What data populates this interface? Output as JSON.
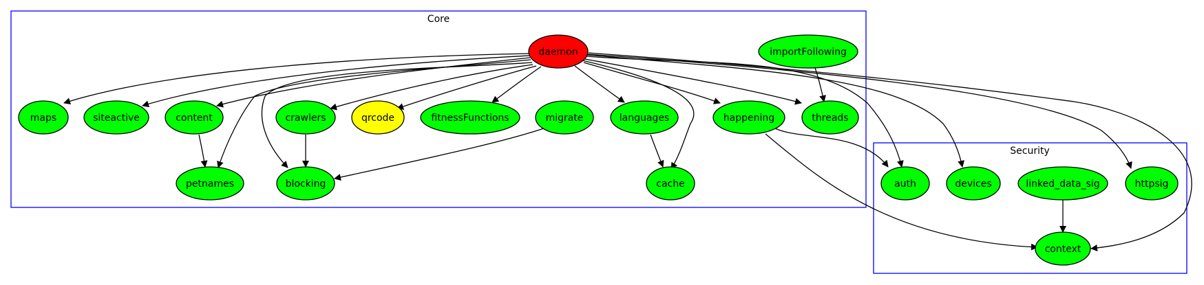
{
  "clusters": {
    "core": {
      "label": "Core",
      "stroke": "#0000ff"
    },
    "security": {
      "label": "Security",
      "stroke": "#0000ff"
    }
  },
  "colors": {
    "red": "#ff0000",
    "green": "#00ff00",
    "yellow": "#ffff00",
    "stroke": "#000000"
  },
  "nodes": {
    "daemon": {
      "label": "daemon",
      "color": "red"
    },
    "importFollowing": {
      "label": "importFollowing",
      "color": "green"
    },
    "maps": {
      "label": "maps",
      "color": "green"
    },
    "siteactive": {
      "label": "siteactive",
      "color": "green"
    },
    "content": {
      "label": "content",
      "color": "green"
    },
    "crawlers": {
      "label": "crawlers",
      "color": "green"
    },
    "qrcode": {
      "label": "qrcode",
      "color": "yellow"
    },
    "fitnessFunctions": {
      "label": "fitnessFunctions",
      "color": "green"
    },
    "migrate": {
      "label": "migrate",
      "color": "green"
    },
    "languages": {
      "label": "languages",
      "color": "green"
    },
    "happening": {
      "label": "happening",
      "color": "green"
    },
    "threads": {
      "label": "threads",
      "color": "green"
    },
    "petnames": {
      "label": "petnames",
      "color": "green"
    },
    "blocking": {
      "label": "blocking",
      "color": "green"
    },
    "cache": {
      "label": "cache",
      "color": "green"
    },
    "auth": {
      "label": "auth",
      "color": "green"
    },
    "devices": {
      "label": "devices",
      "color": "green"
    },
    "linked_data_sig": {
      "label": "linked_data_sig",
      "color": "green"
    },
    "httpsig": {
      "label": "httpsig",
      "color": "green"
    },
    "context": {
      "label": "context",
      "color": "green"
    }
  },
  "edges": [
    [
      "daemon",
      "maps"
    ],
    [
      "daemon",
      "siteactive"
    ],
    [
      "daemon",
      "content"
    ],
    [
      "daemon",
      "petnames"
    ],
    [
      "daemon",
      "blocking"
    ],
    [
      "daemon",
      "crawlers"
    ],
    [
      "daemon",
      "qrcode"
    ],
    [
      "daemon",
      "fitnessFunctions"
    ],
    [
      "daemon",
      "languages"
    ],
    [
      "daemon",
      "cache"
    ],
    [
      "daemon",
      "happening"
    ],
    [
      "daemon",
      "threads"
    ],
    [
      "daemon",
      "auth"
    ],
    [
      "daemon",
      "devices"
    ],
    [
      "daemon",
      "httpsig"
    ],
    [
      "daemon",
      "context"
    ],
    [
      "importFollowing",
      "threads"
    ],
    [
      "content",
      "petnames"
    ],
    [
      "crawlers",
      "blocking"
    ],
    [
      "migrate",
      "blocking"
    ],
    [
      "languages",
      "cache"
    ],
    [
      "happening",
      "auth"
    ],
    [
      "happening",
      "context"
    ],
    [
      "linked_data_sig",
      "context"
    ]
  ]
}
